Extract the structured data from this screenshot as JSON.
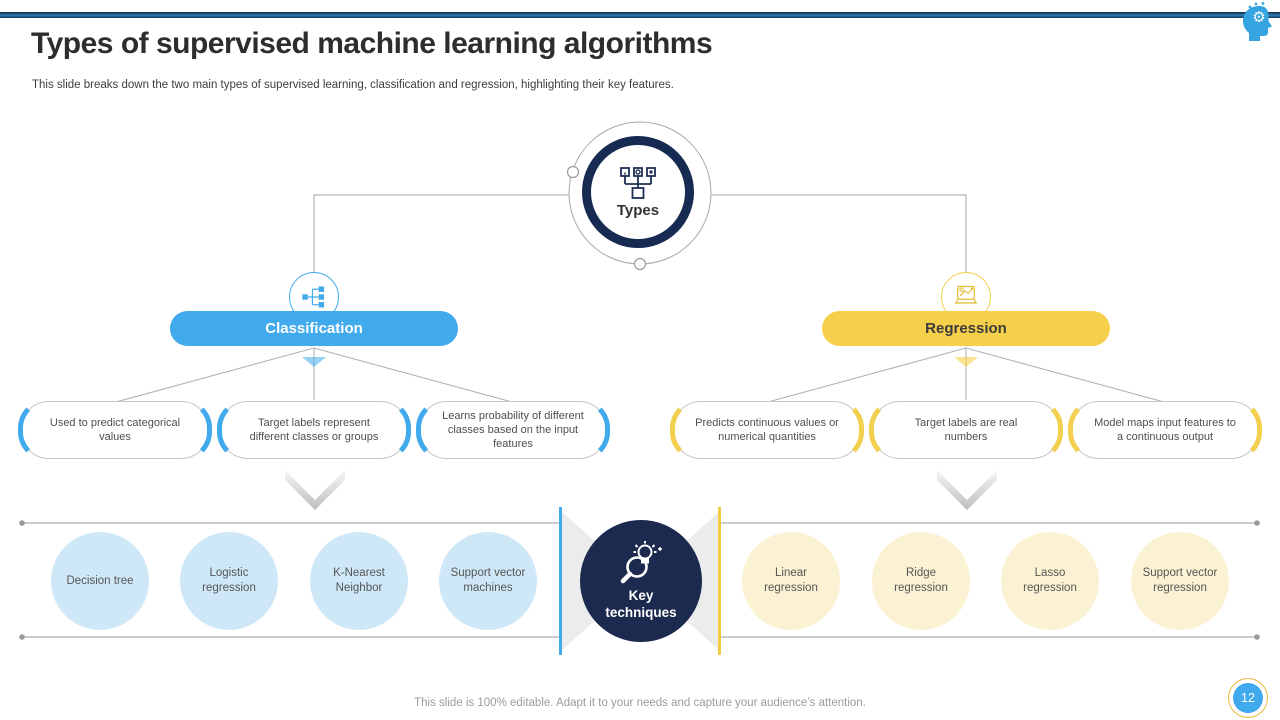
{
  "slide": {
    "title": "Types of supervised machine learning algorithms",
    "subtitle": "This slide breaks down the two main types of supervised learning, classification and regression, highlighting their key features.",
    "footer": "This slide is 100% editable.  Adapt it to your needs and capture your audience’s attention.",
    "page_number": "12"
  },
  "center_node": {
    "label": "Types",
    "icon": "hierarchy-tree-icon"
  },
  "branches": {
    "classification": {
      "label": "Classification",
      "icon": "classification-network-icon",
      "color": "#41AAEC",
      "light_color": "#CFE8F8",
      "features": [
        "Used to predict categorical values",
        "Target labels represent different classes or groups",
        "Learns probability of different classes based on the input features"
      ],
      "techniques": [
        "Decision tree",
        "Logistic regression",
        "K-Nearest Neighbor",
        "Support vector machines"
      ]
    },
    "regression": {
      "label": "Regression",
      "icon": "laptop-chart-icon",
      "color": "#F7D04B",
      "light_color": "#FBF2D3",
      "features": [
        "Predicts continuous values or numerical quantities",
        "Target labels are real numbers",
        "Model maps input features to a continuous output"
      ],
      "techniques": [
        "Linear regression",
        "Ridge regression",
        "Lasso regression",
        "Support vector regression"
      ]
    }
  },
  "key_techniques": {
    "label": "Key techniques",
    "icon": "magnifier-lightbulb-icon"
  },
  "logo": {
    "icon": "ml-head-gear-icon"
  },
  "colors": {
    "navy": "#1B2A4E",
    "topbar": "#2E7CB4",
    "line_gray": "#B0B0B0"
  }
}
